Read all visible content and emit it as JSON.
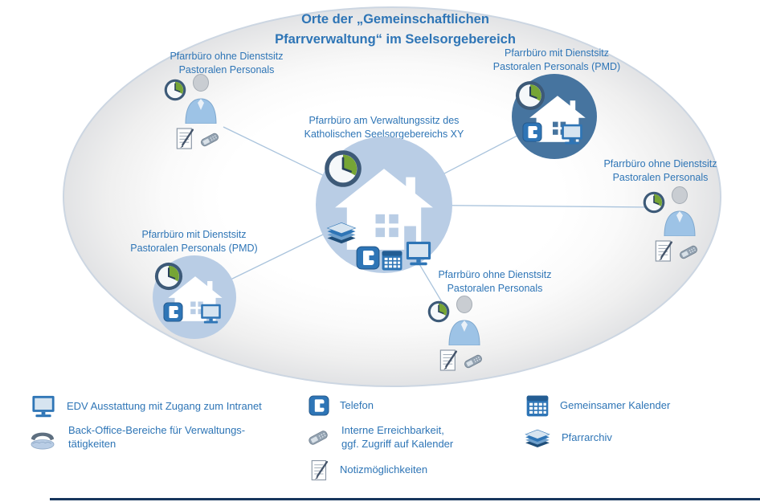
{
  "title": "Orte der „Gemeinschaftlichen\nPfarrverwaltung“ im Seelsorgebereich",
  "nodes": {
    "center": {
      "label": "Pfarrbüro am Verwaltungssitz des\nKatholischen Seelsorgebereichs XY",
      "icons": [
        "clock-icon",
        "house-icon",
        "archive-icon",
        "telephone-icon",
        "calendar-icon",
        "computer-icon"
      ]
    },
    "top_left": {
      "label": "Pfarrbüro ohne Dienstsitz\nPastoralen Personals",
      "icons": [
        "clock-icon",
        "person-icon",
        "notes-icon",
        "mobile-phone-icon"
      ]
    },
    "top_right": {
      "label": "Pfarrbüro mit Dienstsitz\nPastoralen Personals (PMD)",
      "icons": [
        "clock-icon",
        "house-icon",
        "telephone-icon",
        "computer-icon"
      ]
    },
    "right": {
      "label": "Pfarrbüro ohne Dienstsitz\nPastoralen Personals",
      "icons": [
        "clock-icon",
        "person-icon",
        "notes-icon",
        "mobile-phone-icon"
      ]
    },
    "bottom_left": {
      "label": "Pfarrbüro mit Dienstsitz\nPastoralen Personals (PMD)",
      "icons": [
        "clock-icon",
        "house-icon",
        "telephone-icon",
        "computer-icon"
      ]
    },
    "bottom_center": {
      "label": "Pfarrbüro ohne Dienstsitz\nPastoralen Personals",
      "icons": [
        "clock-icon",
        "person-icon",
        "notes-icon",
        "mobile-phone-icon"
      ]
    }
  },
  "legend": {
    "items": [
      {
        "icon": "computer-icon",
        "label": "EDV Ausstattung mit Zugang zum Intranet"
      },
      {
        "icon": "backoffice-icon",
        "label": "Back-Office-Bereiche für Verwaltungs-\ntätigkeiten"
      },
      {
        "icon": "telephone-icon",
        "label": "Telefon"
      },
      {
        "icon": "mobile-phone-icon",
        "label": "Interne Erreichbarkeit,\nggf. Zugriff auf Kalender"
      },
      {
        "icon": "notes-icon",
        "label": "Notizmöglichkeiten"
      },
      {
        "icon": "calendar-icon",
        "label": "Gemeinsamer Kalender"
      },
      {
        "icon": "archive-icon",
        "label": "Pfarrarchiv"
      }
    ]
  },
  "colors": {
    "text_blue": "#2E75B6",
    "circle_light": "#B9CDE5",
    "circle_dark": "#46749F",
    "connector": "#A9C3DC",
    "icon_blue": "#2E75B6",
    "clock_green": "#76A535",
    "footer_rule": "#17365D"
  }
}
